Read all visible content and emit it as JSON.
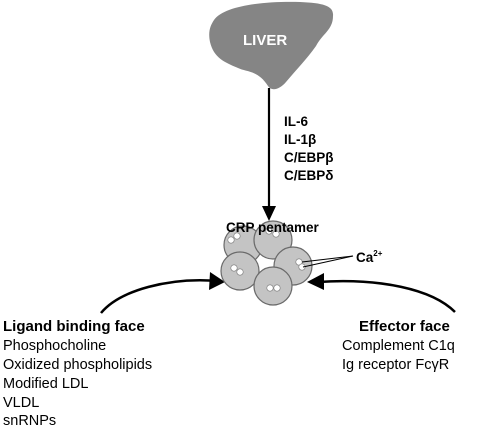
{
  "liver": {
    "label": "LIVER"
  },
  "cytokines": [
    "IL-6",
    "IL-1β",
    "C/EBPβ",
    "C/EBPδ"
  ],
  "pentamer": {
    "label": "CRP pentamer"
  },
  "calcium": {
    "base": "Ca",
    "sup": "2+"
  },
  "ligand_face": {
    "heading": "Ligand binding face",
    "items": [
      "Phosphocholine",
      "Oxidized phospholipids",
      "Modified LDL",
      "VLDL",
      "snRNPs"
    ]
  },
  "effector_face": {
    "heading": "Effector face",
    "items": [
      "Complement C1q",
      "Ig receptor FcγR"
    ]
  },
  "colors": {
    "liver_fill": "#858585",
    "sphere_fill": "#c4c4c4",
    "line": "#000000"
  }
}
